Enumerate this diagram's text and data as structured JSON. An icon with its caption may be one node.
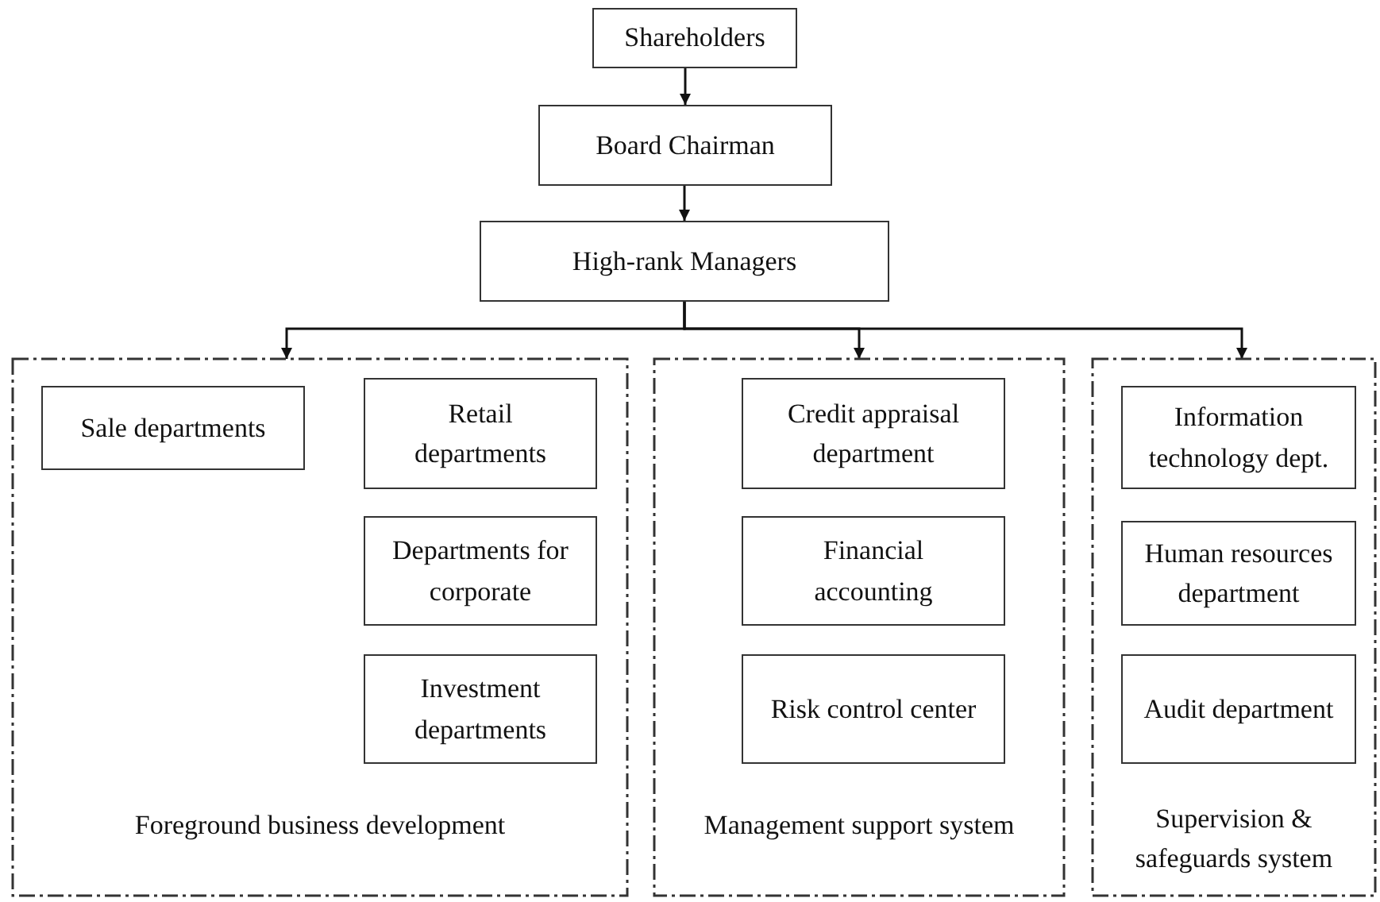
{
  "diagram": {
    "nodes": [
      {
        "text": [
          "Shareholders"
        ]
      },
      {
        "text": [
          "Board Chairman"
        ]
      },
      {
        "text": [
          "High-rank Managers"
        ]
      },
      {
        "text": [
          "Foreground business development"
        ]
      },
      {
        "text": [
          "Sale departments"
        ],
        "in": 3
      },
      {
        "text": [
          "Retail departments"
        ],
        "in": 3
      },
      {
        "text": [
          "Departments for corporate"
        ],
        "in": 3
      },
      {
        "text": [
          "Investment departments"
        ],
        "in": 3
      },
      {
        "text": [
          "Management support system"
        ]
      },
      {
        "text": [
          "Credit appraisal department"
        ],
        "in": 8
      },
      {
        "text": [
          "Financial accounting"
        ],
        "in": 8
      },
      {
        "text": [
          "Risk control center"
        ],
        "in": 8
      },
      {
        "text": [
          "Supervision & safeguards system"
        ]
      },
      {
        "text": [
          "Information technology dept."
        ],
        "in": 12
      },
      {
        "text": [
          "Human resources department"
        ],
        "in": 12
      },
      {
        "text": [
          "Audit department"
        ],
        "in": 12
      }
    ],
    "edges": [
      {
        "from": 0,
        "to": 1,
        "arrow": "to"
      },
      {
        "from": 1,
        "to": 2,
        "arrow": "to"
      },
      {
        "from": 2,
        "to": 3,
        "arrow": "to"
      },
      {
        "from": 2,
        "to": 8,
        "arrow": "to"
      },
      {
        "from": 2,
        "to": 12,
        "arrow": "to"
      }
    ]
  }
}
